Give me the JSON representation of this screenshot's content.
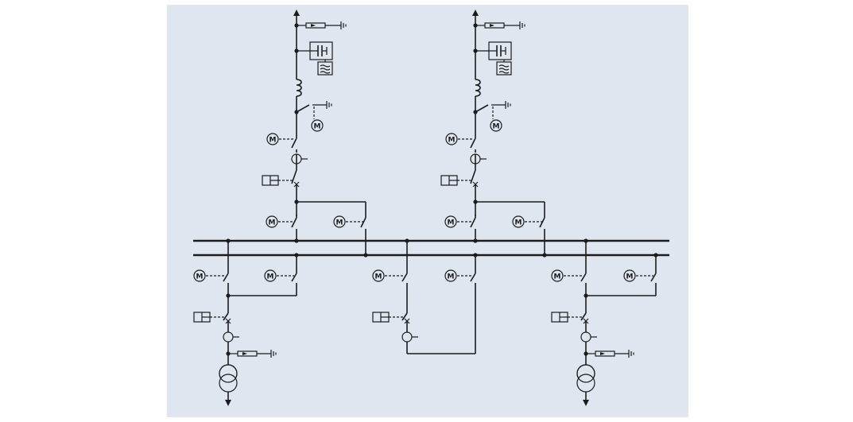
{
  "diagram": {
    "background_color": "#dfe6ef",
    "line_color": "#1c1c1c",
    "motor_label": "M",
    "busbars": 2,
    "feeders": [
      {
        "id": "upper-feeder-1",
        "direction": "up"
      },
      {
        "id": "upper-feeder-2",
        "direction": "up"
      },
      {
        "id": "lower-feeder-1",
        "direction": "down",
        "transformer": true
      },
      {
        "id": "bus-coupler",
        "direction": "loop"
      },
      {
        "id": "lower-feeder-2",
        "direction": "down",
        "transformer": true
      }
    ],
    "icons": [
      "motor-icon",
      "breaker-icon",
      "grounding-icon",
      "transformer-icon",
      "current-transformer-icon",
      "surge-arrester-icon",
      "capacitor-icon",
      "inductor-icon",
      "arrow-icon"
    ]
  }
}
